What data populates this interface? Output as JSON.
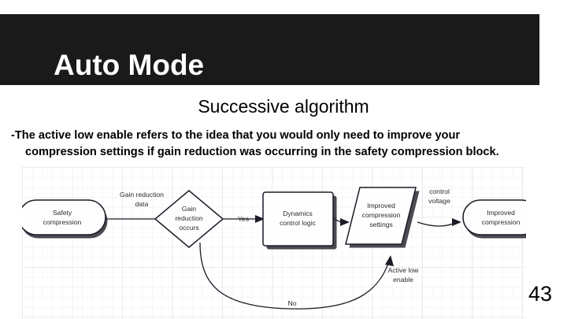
{
  "slide": {
    "title": "Auto Mode",
    "subtitle": "Successive algorithm",
    "body_line_1": "-The active low enable refers to the idea that you would only need to improve your",
    "body_line_2": "compression settings if gain reduction was occurring in the safety compression block.",
    "page_number": "43",
    "colors": {
      "banner_background": "#1a1a1a",
      "banner_text": "#ffffff",
      "body_text": "#000000",
      "diagram_stroke": "#1c1c28",
      "diagram_grid": "#e9ecef"
    }
  },
  "diagram": {
    "nodes": {
      "safety_compression": {
        "line1": "Safety",
        "line2": "compression",
        "shape": "rounded-rectangle"
      },
      "gain_reduction_occurs": {
        "line1": "Gain",
        "line2": "reduction",
        "line3": "occurs",
        "shape": "diamond"
      },
      "dynamics_control_logic": {
        "line1": "Dynamics",
        "line2": "control logic",
        "shape": "rectangle"
      },
      "improved_compression_settings": {
        "line1": "Improved",
        "line2": "compression",
        "line3": "settings",
        "shape": "parallelogram"
      },
      "improved_compression": {
        "line1": "Improved",
        "line2": "compression",
        "shape": "rounded-rectangle"
      }
    },
    "edges": {
      "gain_reduction_data": {
        "line1": "Gain reduction",
        "line2": "data"
      },
      "yes": {
        "line1": "Yes"
      },
      "no": {
        "line1": "No"
      },
      "control_voltage": {
        "line1": "control",
        "line2": "voltage"
      },
      "active_low_enable": {
        "line1": "Active low",
        "line2": "enable"
      }
    }
  }
}
